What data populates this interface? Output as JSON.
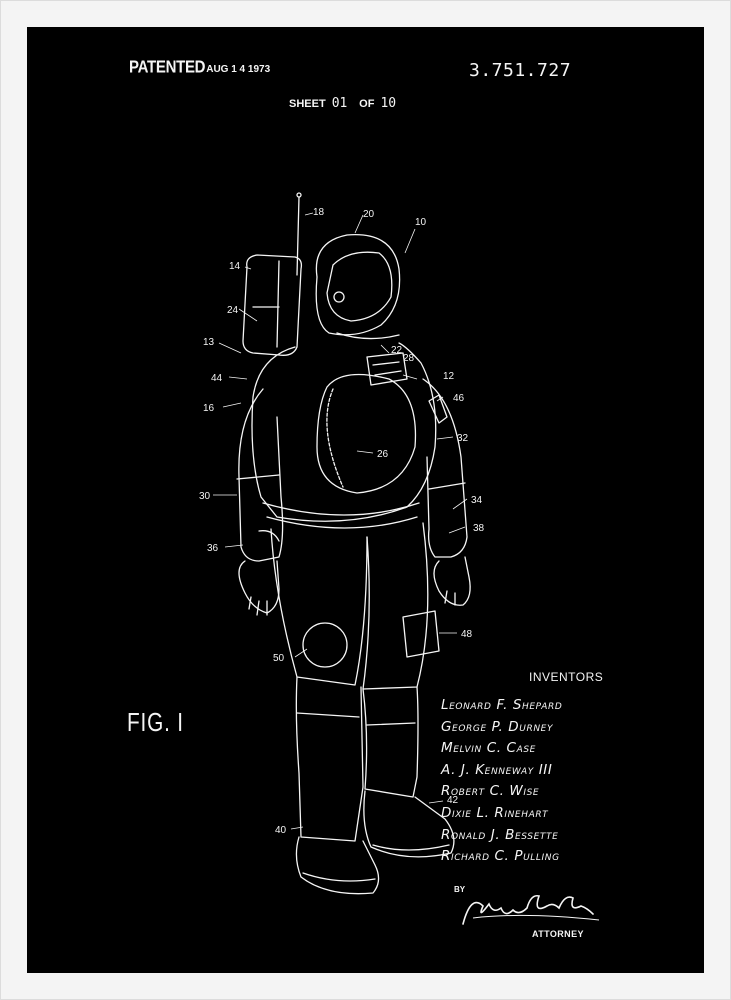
{
  "header": {
    "patented_label": "PATENTED",
    "patented_date": "AUG 1 4 1973",
    "patent_number": "3.751.727",
    "sheet_label": "SHEET",
    "sheet_number": "01",
    "sheet_of": "OF",
    "sheet_total": "10"
  },
  "figure_label": "FIG. I",
  "drawing": {
    "reference_numerals": [
      "18",
      "20",
      "10",
      "14",
      "24",
      "13",
      "22",
      "28",
      "12",
      "44",
      "46",
      "16",
      "32",
      "26",
      "30",
      "34",
      "38",
      "36",
      "48",
      "50",
      "42",
      "40"
    ]
  },
  "inventors": {
    "heading": "INVENTORS",
    "names": [
      "Leonard F. Shepard",
      "George P. Durney",
      "Melvin C. Case",
      "A. J. Kenneway III",
      "Robert C. Wise",
      "Dixie L. Rinehart",
      "Ronald J. Bessette",
      "Richard C. Pulling"
    ]
  },
  "attorney": {
    "by_label": "BY",
    "label": "ATTORNEY"
  },
  "colors": {
    "background": "#000000",
    "ink": "#f5f5f5",
    "frame": "#f4f4f4"
  }
}
